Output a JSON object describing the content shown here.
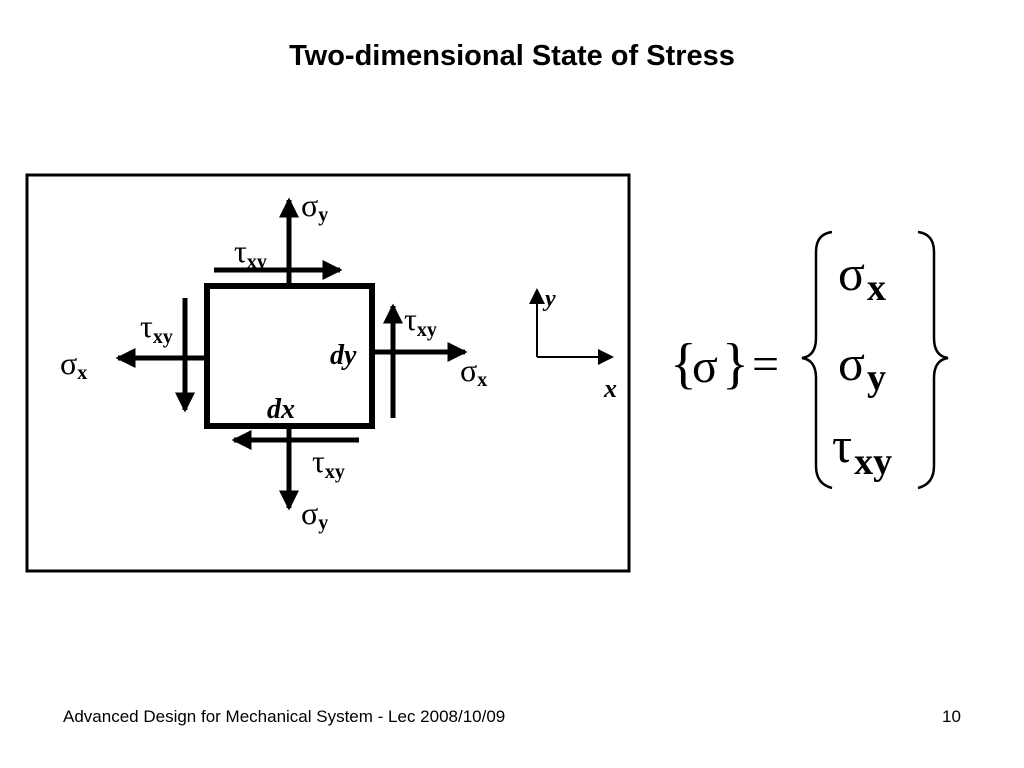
{
  "slide": {
    "title": "Two-dimensional State of Stress",
    "footer_text": "Advanced Design for Mechanical System - Lec 2008/10/09",
    "page_number": "10"
  },
  "diagram": {
    "sigma_y_top": {
      "symbol": "σ",
      "sub": "y"
    },
    "sigma_y_bottom": {
      "symbol": "σ",
      "sub": "y"
    },
    "sigma_x_left": {
      "symbol": "σ",
      "sub": "x"
    },
    "sigma_x_right": {
      "symbol": "σ",
      "sub": "x"
    },
    "tau_top": {
      "symbol": "τ",
      "sub": "xy"
    },
    "tau_bottom": {
      "symbol": "τ",
      "sub": "xy"
    },
    "tau_left": {
      "symbol": "τ",
      "sub": "xy"
    },
    "tau_right": {
      "symbol": "τ",
      "sub": "xy"
    },
    "dx_label": "dx",
    "dy_label": "dy",
    "axis_x_label": "x",
    "axis_y_label": "y"
  },
  "equation": {
    "lhs_open_brace": "{",
    "lhs_symbol": "σ",
    "lhs_close_brace": "}",
    "equals": "=",
    "vector": [
      {
        "symbol": "σ",
        "sub": "x"
      },
      {
        "symbol": "σ",
        "sub": "y"
      },
      {
        "symbol": "τ",
        "sub": "xy"
      }
    ]
  },
  "colors": {
    "ink": "#000000",
    "background": "#ffffff"
  }
}
